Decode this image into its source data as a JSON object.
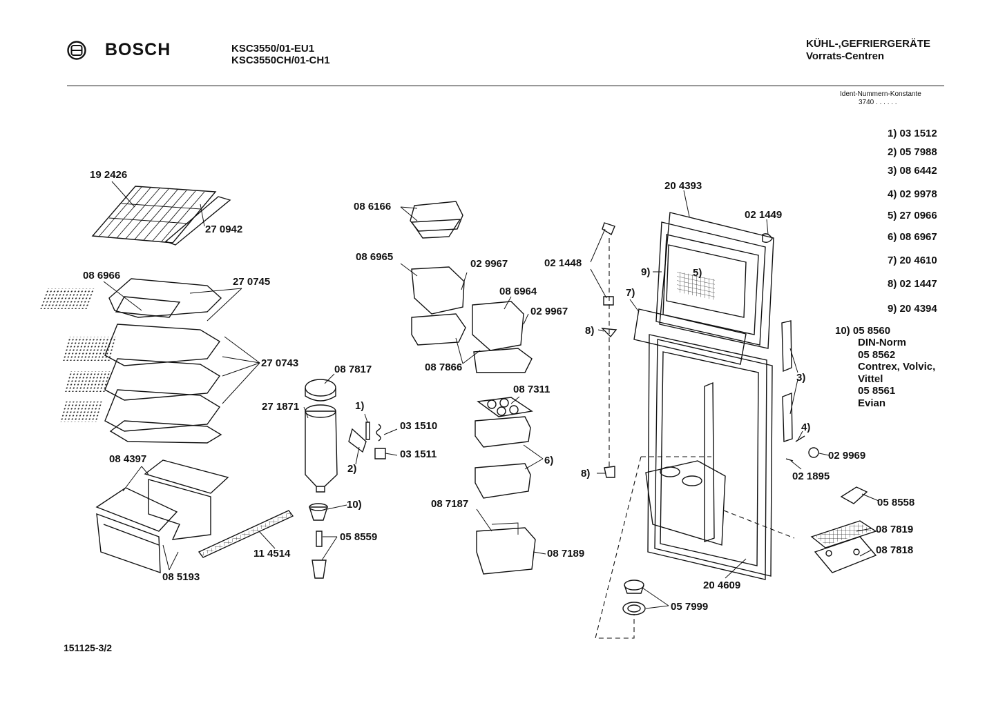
{
  "header": {
    "brand": "BOSCH",
    "models": [
      "KSC3550/01-EU1",
      "KSC3550CH/01-CH1"
    ],
    "category": [
      "KÜHL-,GEFRIERGERÄTE",
      "Vorrats-Centren"
    ],
    "ident_label": "Ident-Nummern-Konstante",
    "ident_value": "3740  . .  . . . ."
  },
  "footnotes": [
    "1) 03 1512",
    "2) 05 7988",
    "3) 08 6442",
    "4) 02 9978",
    "5) 27 0966",
    "6) 08 6967",
    "7) 20 4610",
    "8) 02 1447",
    "9) 20 4394"
  ],
  "footnote_10": [
    "10) 05 8560",
    "DIN-Norm",
    "05 8562",
    "Contrex, Volvic,",
    "Vittel",
    "05 8561",
    "Evian"
  ],
  "labels": {
    "p192426": "19 2426",
    "p270942": "27 0942",
    "p086966": "08 6966",
    "p270745": "27 0745",
    "p270743": "27 0743",
    "p084397": "08 4397",
    "p085193": "08 5193",
    "p114514": "11 4514",
    "p086166": "08 6166",
    "p086965": "08 6965",
    "p029967a": "02 9967",
    "p086964": "08 6964",
    "p029967b": "02 9967",
    "p087866": "08 7866",
    "p087817": "08 7817",
    "p271871": "27 1871",
    "r1": "1)",
    "p031510": "03 1510",
    "p031511": "03 1511",
    "r2": "2)",
    "r10": "10)",
    "p058559": "05 8559",
    "p087311": "08 7311",
    "r6": "6)",
    "p087187": "08 7187",
    "p087189": "08 7189",
    "p021448": "02 1448",
    "r8a": "8)",
    "r8b": "8)",
    "p204393": "20 4393",
    "p021449": "02 1449",
    "r9": "9)",
    "r5": "5)",
    "r7": "7)",
    "r3": "3)",
    "r4": "4)",
    "p029969": "02 9969",
    "p021895": "02 1895",
    "p058558": "05 8558",
    "p087819": "08 7819",
    "p087818": "08 7818",
    "p204609": "20 4609",
    "p057999": "05 7999"
  },
  "footer": {
    "doc_number": "151125-3/2"
  }
}
